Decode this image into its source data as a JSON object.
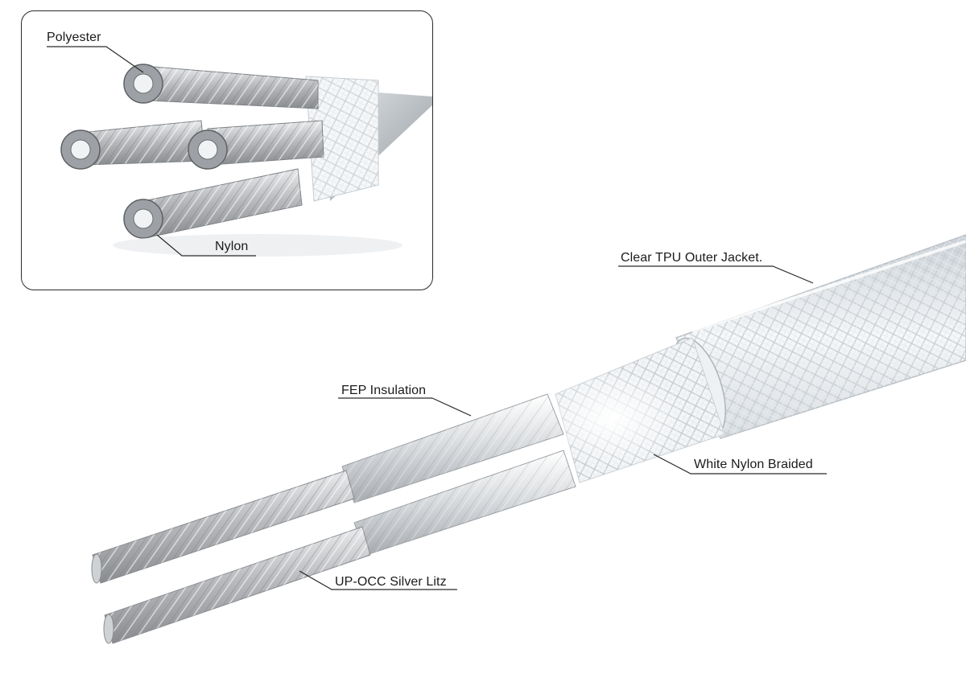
{
  "inset": {
    "labels": {
      "polyester": "Polyester",
      "nylon": "Nylon"
    }
  },
  "main": {
    "labels": {
      "clear_tpu": "Clear TPU Outer Jacket.",
      "fep": "FEP Insulation",
      "nylon_braided": "White Nylon Braided",
      "up_occ": "UP-OCC Silver Litz"
    }
  },
  "colors": {
    "wire": "#b9bbbe",
    "wire_dark": "#8e9094",
    "braid": "#f4f6f8",
    "jacket": "#dfe4e8",
    "outline": "#2a2a2a"
  }
}
